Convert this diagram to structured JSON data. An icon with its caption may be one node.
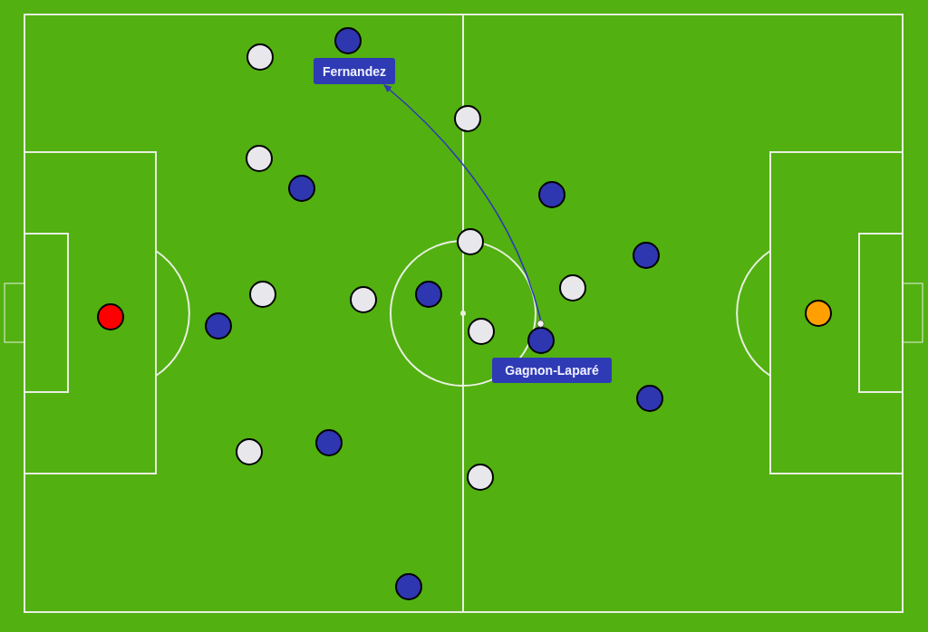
{
  "diagram": {
    "nodes": [
      {
        "text": [
          "Fernandez"
        ]
      },
      {
        "text": [
          "Gagnon-Laparé"
        ]
      },
      {
        "text": [],
        "shape": "circle"
      }
    ],
    "edges": [
      {
        "from": 2,
        "to": 0,
        "arrow": "to"
      }
    ]
  }
}
